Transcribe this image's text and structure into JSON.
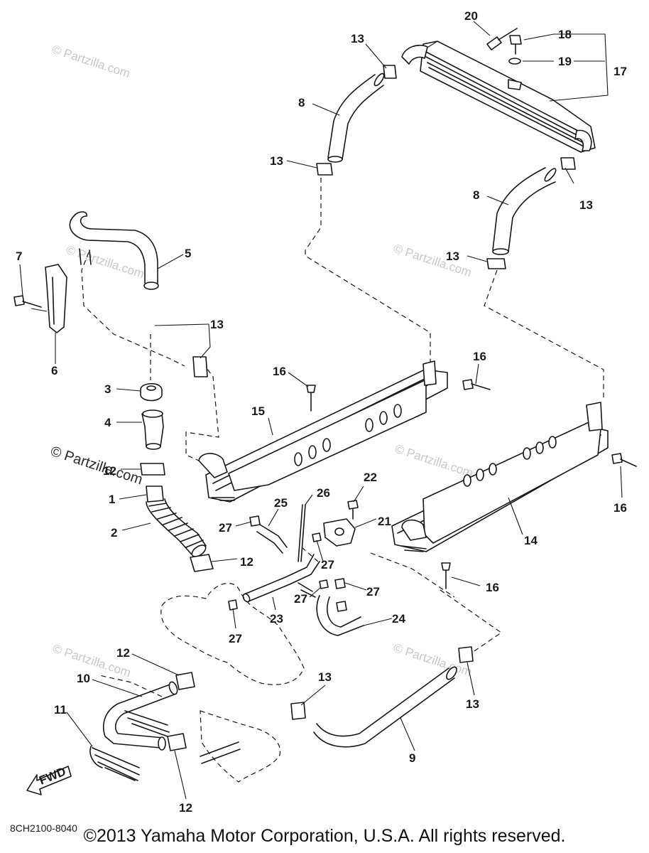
{
  "callouts": [
    {
      "label": "1",
      "part": "pipe"
    },
    {
      "label": "2",
      "part": "hose"
    },
    {
      "label": "3",
      "part": "cap"
    },
    {
      "label": "4",
      "part": "valve"
    },
    {
      "label": "5",
      "part": "hose"
    },
    {
      "label": "6",
      "part": "bracket"
    },
    {
      "label": "7",
      "part": "bolt"
    },
    {
      "label": "8",
      "part": "hose"
    },
    {
      "label": "8",
      "part": "hose"
    },
    {
      "label": "9",
      "part": "hose"
    },
    {
      "label": "10",
      "part": "hose"
    },
    {
      "label": "11",
      "part": "spring"
    },
    {
      "label": "12",
      "part": "clamp"
    },
    {
      "label": "12",
      "part": "clamp"
    },
    {
      "label": "12",
      "part": "clamp"
    },
    {
      "label": "12",
      "part": "clamp"
    },
    {
      "label": "13",
      "part": "clamp"
    },
    {
      "label": "13",
      "part": "clamp"
    },
    {
      "label": "13",
      "part": "clamp"
    },
    {
      "label": "13",
      "part": "clamp"
    },
    {
      "label": "13",
      "part": "clamp"
    },
    {
      "label": "13",
      "part": "clamp"
    },
    {
      "label": "13",
      "part": "clamp"
    },
    {
      "label": "14",
      "part": "cooler"
    },
    {
      "label": "15",
      "part": "cooler"
    },
    {
      "label": "16",
      "part": "rivet"
    },
    {
      "label": "16",
      "part": "rivet"
    },
    {
      "label": "16",
      "part": "rivet"
    },
    {
      "label": "16",
      "part": "rivet"
    },
    {
      "label": "17",
      "part": "cooler assy"
    },
    {
      "label": "18",
      "part": "bolt"
    },
    {
      "label": "19",
      "part": "washer"
    },
    {
      "label": "20",
      "part": "rivet"
    },
    {
      "label": "21",
      "part": "joint"
    },
    {
      "label": "22",
      "part": "screw"
    },
    {
      "label": "23",
      "part": "hose"
    },
    {
      "label": "24",
      "part": "hose"
    },
    {
      "label": "25",
      "part": "hose"
    },
    {
      "label": "26",
      "part": "band"
    },
    {
      "label": "27",
      "part": "clip"
    },
    {
      "label": "27",
      "part": "clip"
    },
    {
      "label": "27",
      "part": "clip"
    },
    {
      "label": "27",
      "part": "clip"
    },
    {
      "label": "27",
      "part": "clip"
    }
  ],
  "fwd_label": "FWD",
  "diagram_code": "8CH2100-8040",
  "watermark": "© Partzilla.com",
  "copyright": "©2013 Yamaha Motor Corporation, U.S.A. All rights reserved.",
  "colors": {
    "ink": "#161616",
    "watermark": "#c8c8c8",
    "background": "#ffffff"
  }
}
